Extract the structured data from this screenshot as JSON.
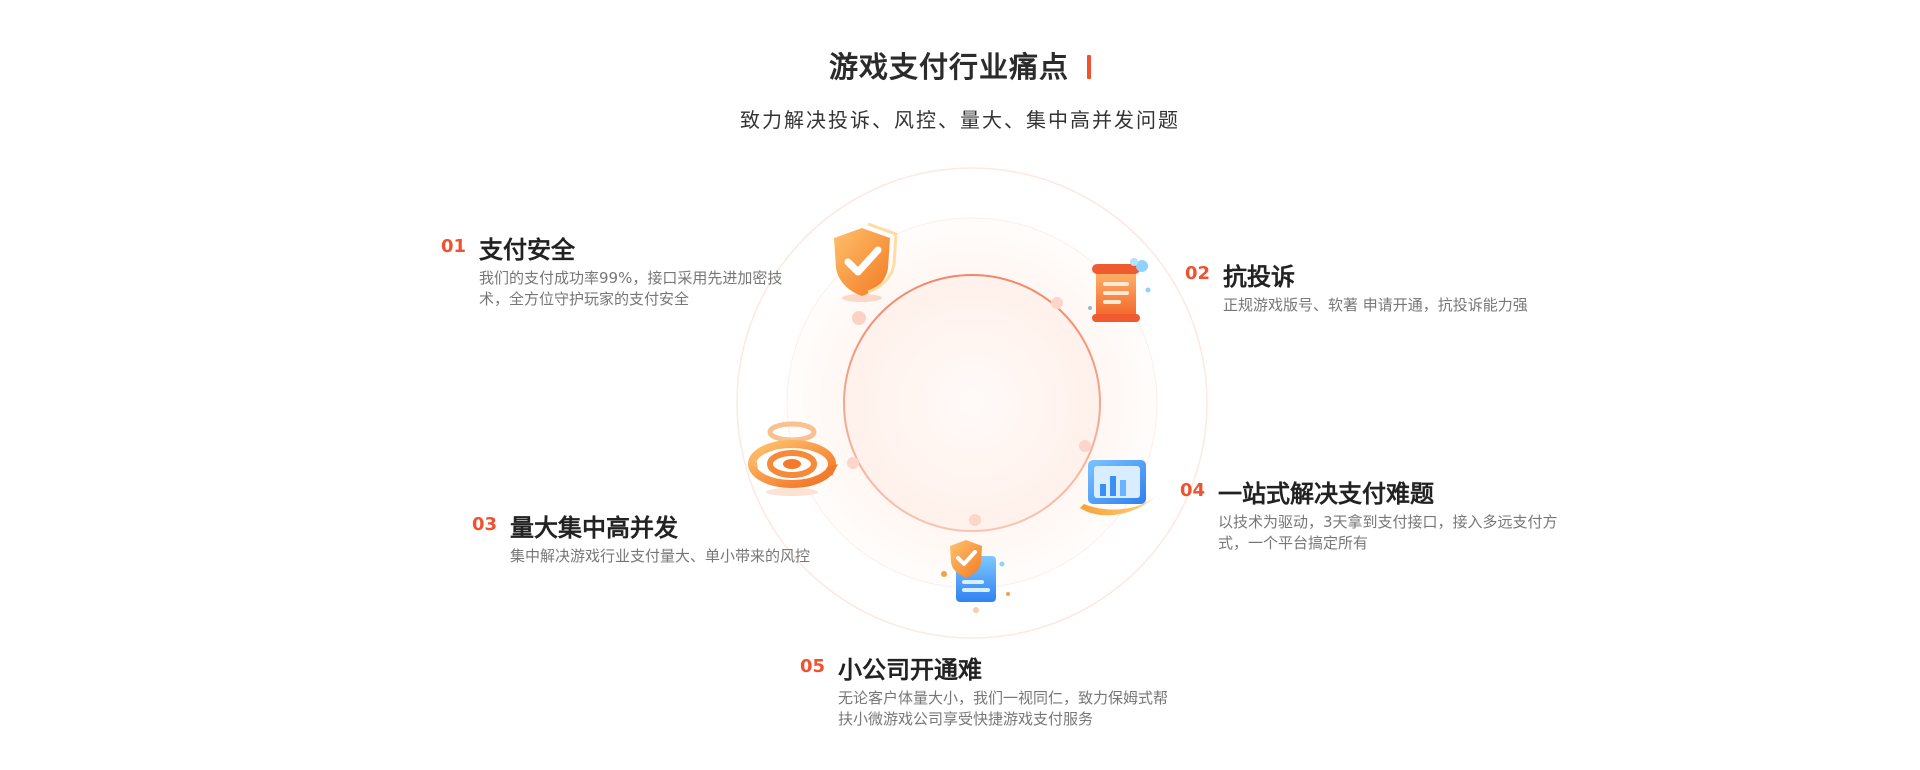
{
  "header": {
    "title": "游戏支付行业痛点",
    "subtitle": "致力解决投诉、风控、量大、集中高并发问题"
  },
  "colors": {
    "accent": "#f0522f",
    "ring": "#f4a389",
    "ring_fill": "#fff4f0"
  },
  "points": [
    {
      "num": "01",
      "title": "支付安全",
      "desc": "我们的支付成功率99%，接口采用先进加密技术，全方位守护玩家的支付安全",
      "icon": "shield-check-icon"
    },
    {
      "num": "02",
      "title": "抗投诉",
      "desc": "正规游戏版号、软著 申请开通，抗投诉能力强",
      "icon": "document-scroll-icon"
    },
    {
      "num": "03",
      "title": "量大集中高并发",
      "desc": "集中解决游戏行业支付量大、单小带来的风控",
      "icon": "concurrency-rings-icon"
    },
    {
      "num": "04",
      "title": "一站式解决支付难题",
      "desc": "以技术为驱动，3天拿到支付接口，接入多远支付方式，一个平台搞定所有",
      "icon": "dashboard-chart-icon"
    },
    {
      "num": "05",
      "title": "小公司开通难",
      "desc": "无论客户体量大小，我们一视同仁，致力保姆式帮扶小微游戏公司享受快捷游戏支付服务",
      "icon": "verified-certificate-icon"
    }
  ]
}
